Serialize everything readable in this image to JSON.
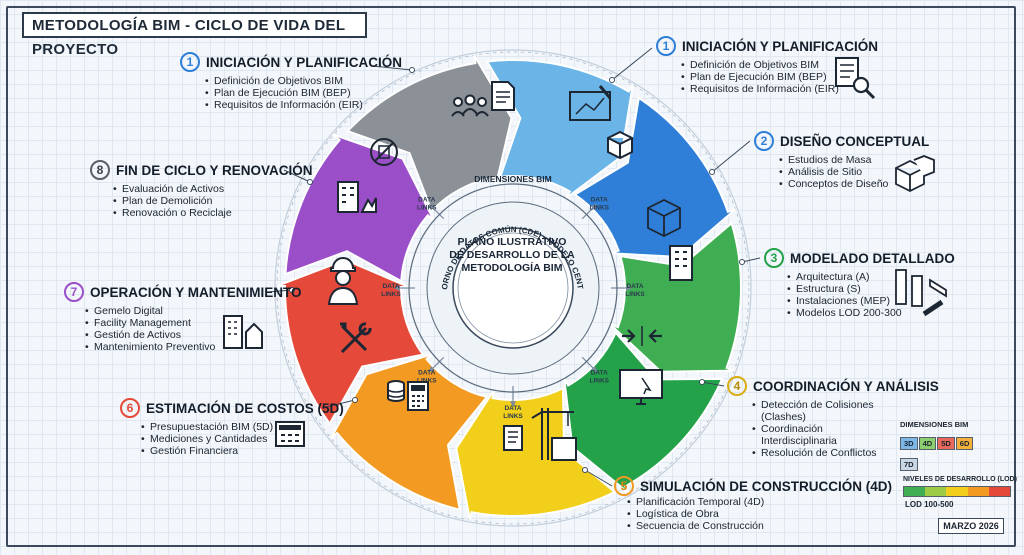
{
  "title": "METODOLOGÍA BIM - CICLO DE VIDA DEL PROYECTO",
  "center": {
    "lines": [
      "PLANO ILUSTRATIVO",
      "DE DESARROLLO DE LA",
      "METODOLOGÍA BIM"
    ],
    "ring_top": "DIMENSIONES BIM",
    "ring_arc": "ENTORNO DE DATOS COMÚN (CDE) - MODELO CENTRAL",
    "data_links": "DATA LINKS"
  },
  "phases": [
    {
      "num": "1",
      "title": "INICIACIÓN Y PLANIFICACIÓN",
      "items": [
        "Definición de Objetivos BIM",
        "Plan de Ejecución BIM (BEP)",
        "Requisitos de Información (EIR)"
      ]
    },
    {
      "num": "1",
      "title": "INICIACIÓN Y PLANIFICACIÓN",
      "items": [
        "Definición de Objetivos BIM",
        "Plan de Ejecución BIM (BEP)",
        "Requisitos de Información (EIR)"
      ]
    },
    {
      "num": "2",
      "title": "DISEÑO CONCEPTUAL",
      "items": [
        "Estudios de Masa",
        "Análisis de Sitio",
        "Conceptos de Diseño"
      ]
    },
    {
      "num": "3",
      "title": "MODELADO DETALLADO",
      "items": [
        "Arquitectura (A)",
        "Estructura (S)",
        "Instalaciones (MEP)",
        "Modelos LOD 200-300"
      ]
    },
    {
      "num": "4",
      "title": "COORDINACIÓN Y ANÁLISIS",
      "items": [
        "Detección de Colisiones (Clashes)",
        "Coordinación Interdisciplinaria",
        "Resolución de Conflictos"
      ]
    },
    {
      "num": "5",
      "title": "SIMULACIÓN DE CONSTRUCCIÓN (4D)",
      "items": [
        "Planificación Temporal (4D)",
        "Logística de Obra",
        "Secuencia de Construcción"
      ]
    },
    {
      "num": "6",
      "title": "ESTIMACIÓN DE COSTOS (5D)",
      "items": [
        "Presupuestación BIM (5D)",
        "Mediciones y Cantidades",
        "Gestión Financiera"
      ]
    },
    {
      "num": "7",
      "title": "OPERACIÓN Y MANTENIMIENTO",
      "items": [
        "Gemelo Digital",
        "Facility Management",
        "Gestión de Activos",
        "Mantenimiento Preventivo"
      ]
    },
    {
      "num": "8",
      "title": "FIN DE CICLO Y RENOVACIÓN",
      "items": [
        "Evaluación de Activos",
        "Plan de Demolición",
        "Renovación o Reciclaje"
      ]
    }
  ],
  "segment_colors": [
    "#2f7fd8",
    "#3fae52",
    "#23a24a",
    "#f2cf1b",
    "#f29a21",
    "#e5493a",
    "#9a4fc8",
    "#8c9198",
    "#6ab4e8"
  ],
  "legend": {
    "dimensions_title": "DIMENSIONES BIM",
    "dimensions": [
      {
        "label": "3D",
        "color": "#7db7e6"
      },
      {
        "label": "4D",
        "color": "#8ccf6e"
      },
      {
        "label": "5D",
        "color": "#e8685a"
      },
      {
        "label": "6D",
        "color": "#f3b13c"
      },
      {
        "label": "7D",
        "color": "#c9d6e4"
      }
    ],
    "lod_title": "NIVELES DE DESARROLLO (LOD)",
    "lod_label": "LOD 100-500",
    "lod_colors": [
      "#3fae52",
      "#9ccc45",
      "#f2cf1b",
      "#f29a21",
      "#e5493a"
    ]
  },
  "date": "MARZO 2026",
  "icons": [
    "team-icon",
    "document-icon",
    "blueprint-icon",
    "cube-icon",
    "checklist-icon",
    "magnifier-icon",
    "massing-icon",
    "wireframe-cube-icon",
    "building-icon",
    "steel-beam-icon",
    "arrows-in-icon",
    "monitor-icon",
    "tower-crane-icon",
    "calculator-icon",
    "coins-icon",
    "worker-icon",
    "tools-icon",
    "demolition-icon"
  ]
}
